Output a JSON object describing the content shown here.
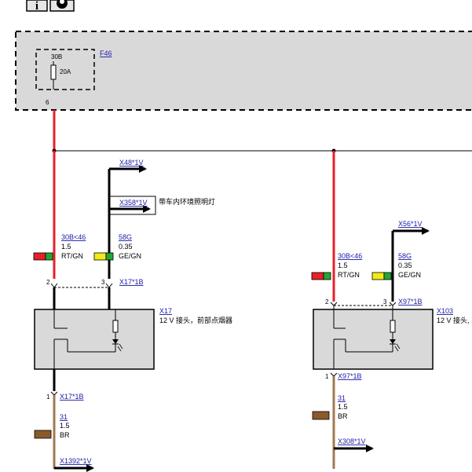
{
  "toolbar": {
    "info_label": "i",
    "info_icon": "info-icon",
    "record_icon": "record-icon"
  },
  "fuse": {
    "id": "F46",
    "terminal": "30B",
    "rating": "20A",
    "pin": "6"
  },
  "left": {
    "connector_top": "X48*1V",
    "connector_light": "X358*1V",
    "light_label": "带车内环境照明灯",
    "wire_a": {
      "name": "30B<46",
      "size": "1.5",
      "color_code": "RT/GN"
    },
    "wire_b": {
      "name": "58G",
      "size": "0.35",
      "color_code": "GE/GN"
    },
    "pin_a": "2",
    "pin_b": "3",
    "plug_top": "X17*1B",
    "component_id": "X17",
    "component_label": "12 V 接头，前部点烟器",
    "pin_bottom": "1",
    "plug_bottom": "X17*1B",
    "wire_ground": {
      "name": "31",
      "size": "1.5",
      "color_code": "BR"
    },
    "connector_bottom": "X1392*1V"
  },
  "right": {
    "connector_top": "X56*1V",
    "wire_a": {
      "name": "30B<46",
      "size": "1.5",
      "color_code": "RT/GN"
    },
    "wire_b": {
      "name": "58G",
      "size": "0.35",
      "color_code": "GE/GN"
    },
    "pin_a": "2",
    "pin_b": "3",
    "plug_top": "X97*1B",
    "component_id": "X103",
    "component_label": "12 V 接头,",
    "pin_bottom": "1",
    "plug_bottom": "X97*1B",
    "wire_ground": {
      "name": "31",
      "size": "1.5",
      "color_code": "BR"
    },
    "connector_bottom": "X308*1V"
  },
  "colors": {
    "red_wire": "#e8202a",
    "brown_wire": "#a07a50",
    "black_wire": "#000000",
    "box_fill": "#d9d9d9",
    "swatch_red": "#e8202a",
    "swatch_green": "#22a832",
    "swatch_yellow": "#f2ea18",
    "swatch_brown": "#8b5a2b",
    "link": "#1a1aa6"
  }
}
